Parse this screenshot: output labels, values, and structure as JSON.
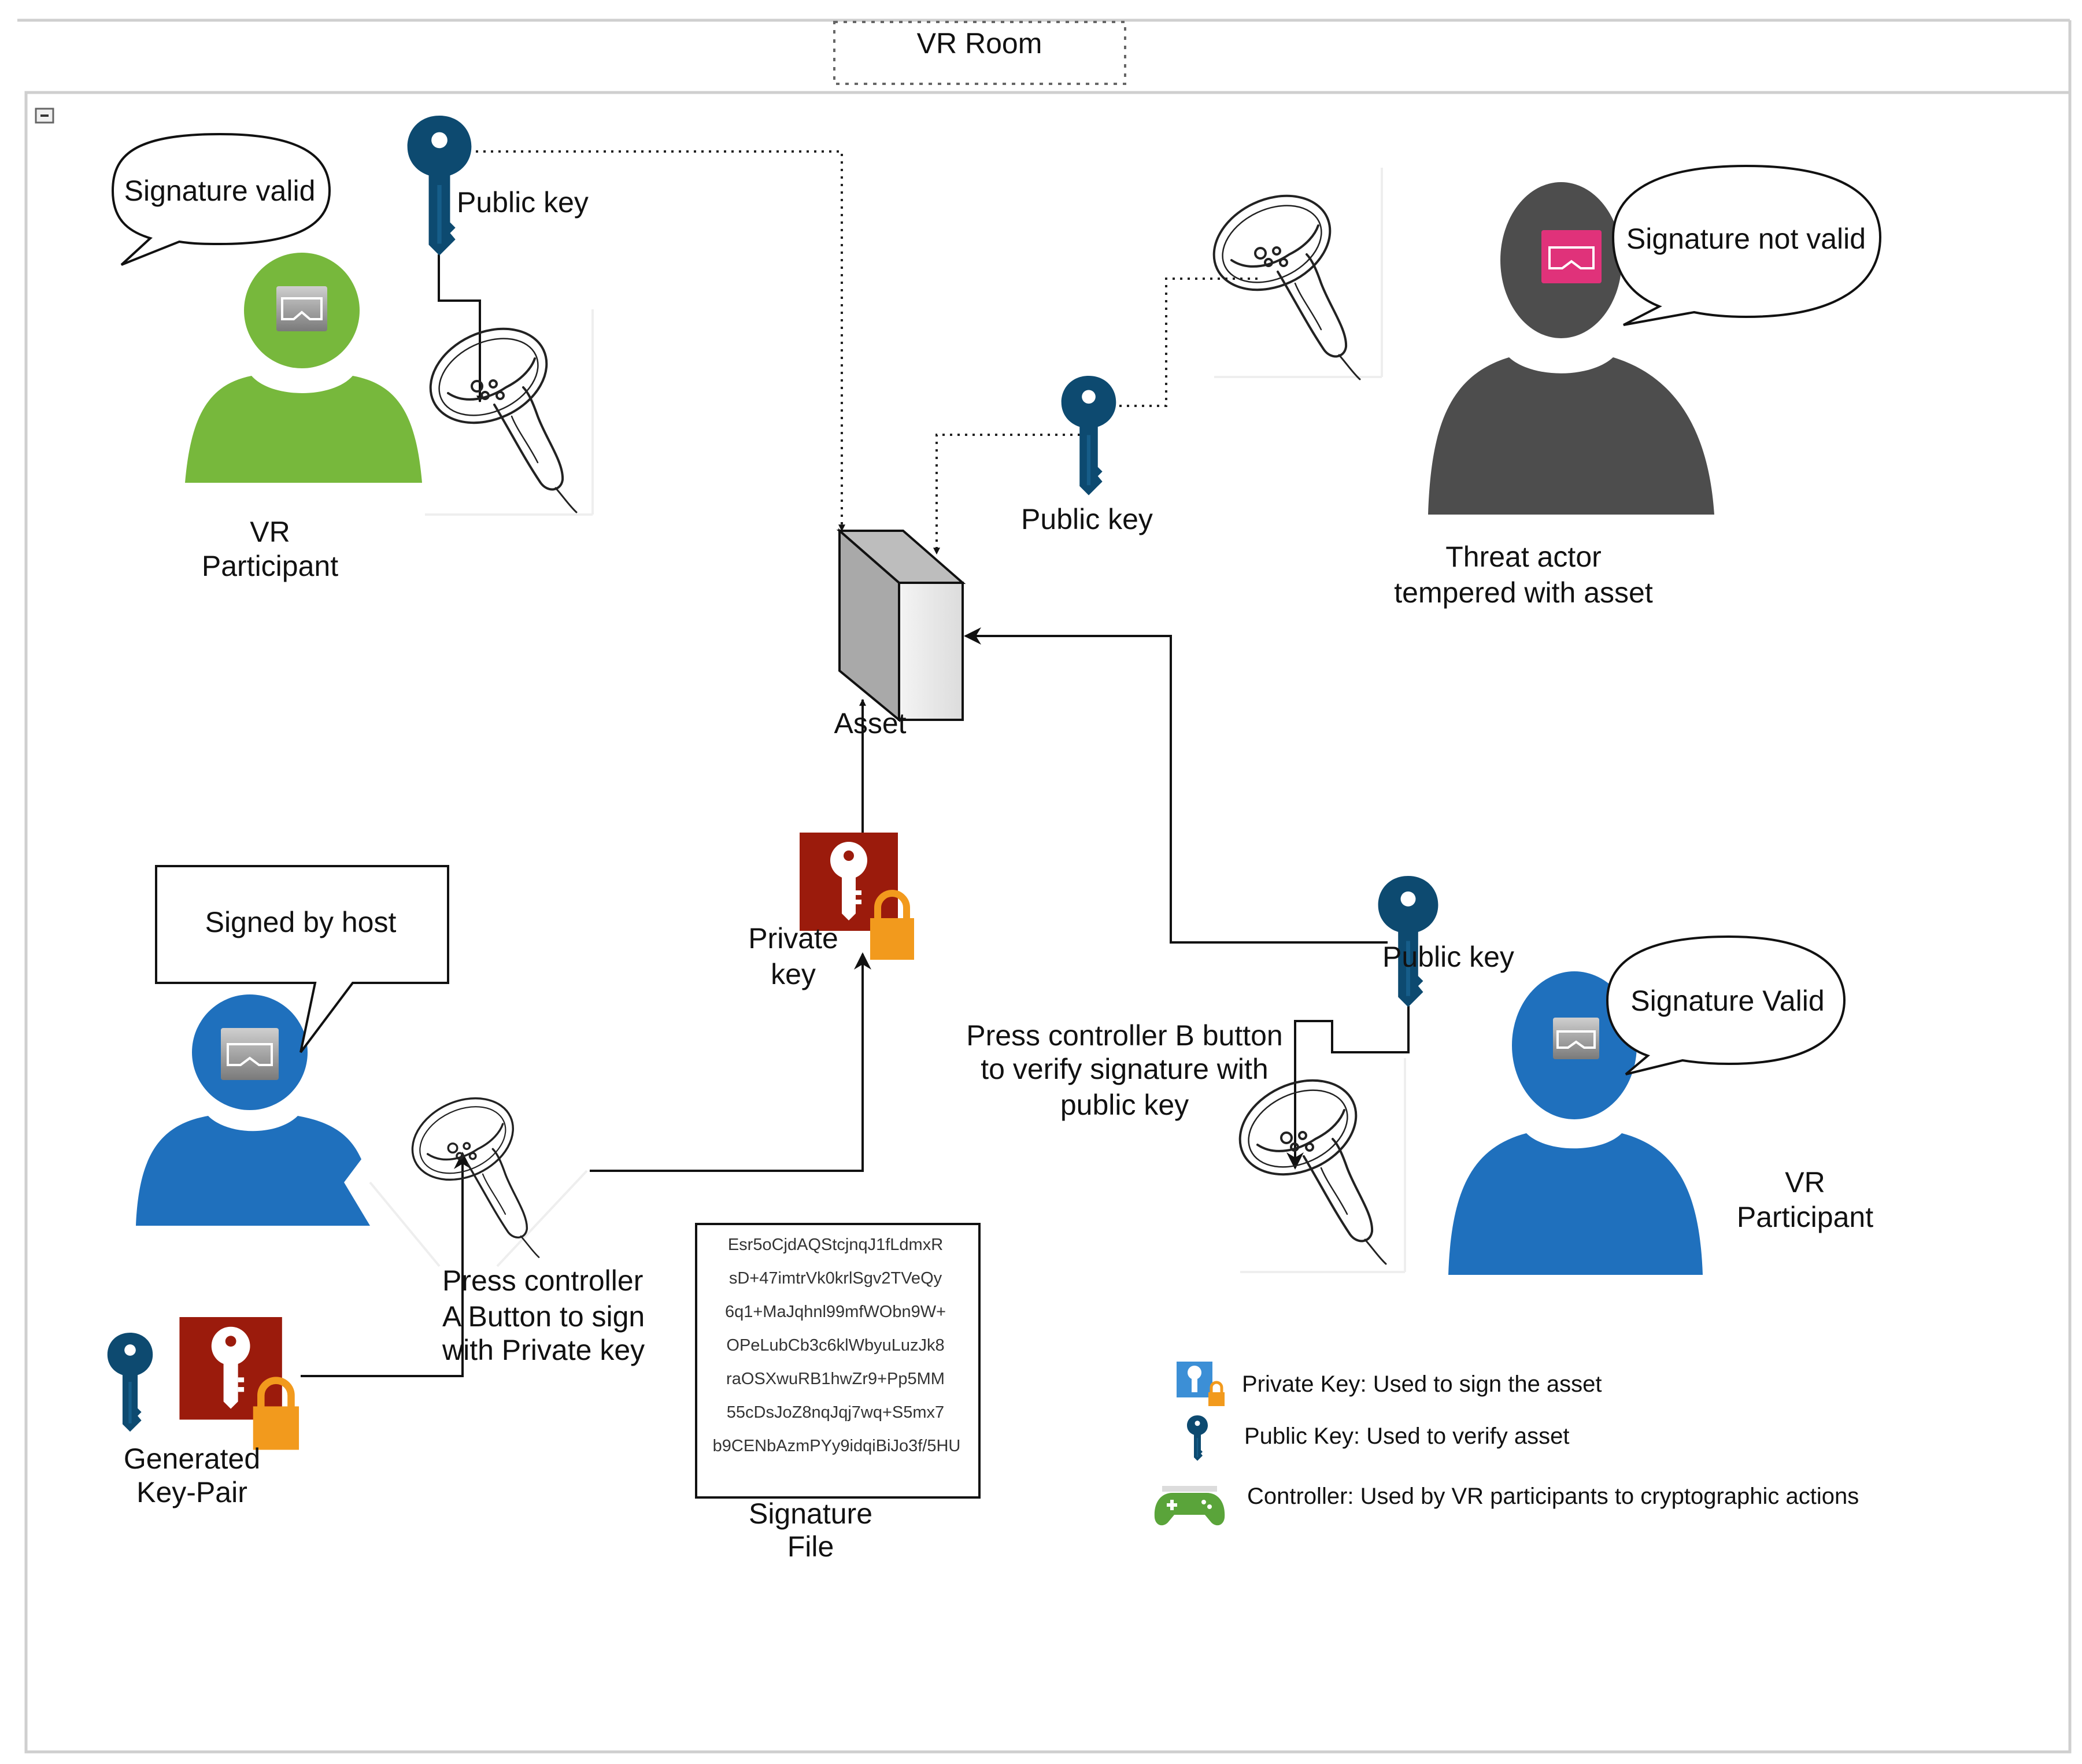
{
  "title": "VR Room",
  "participant_top": {
    "bubble": "Signature valid",
    "label_line1": "VR",
    "label_line2": "Participant",
    "key_label": "Public key"
  },
  "threat_actor": {
    "bubble": "Signature not valid",
    "label_line1": "Threat actor",
    "label_line2": "tempered with asset",
    "key_label": "Public key"
  },
  "asset": {
    "label": "Asset"
  },
  "host": {
    "bubble": "Signed by host",
    "instruction_line1": "Press controller",
    "instruction_line2": "A Button to sign",
    "instruction_line3": "with Private key"
  },
  "private_key": {
    "label_line1": "Private",
    "label_line2": "key"
  },
  "key_pair": {
    "label_line1": "Generated",
    "label_line2": "Key-Pair"
  },
  "signature_file": {
    "lines": [
      "Esr5oCjdAQStcjnqJ1fLdmxR",
      "sD+47imtrVk0krlSgv2TVeQy",
      "6q1+MaJqhnl99mfWObn9W+",
      "OPeLubCb3c6klWbyuLuzJk8",
      "raOSXwuRB1hwZr9+Pp5MM",
      "55cDsJoZ8nqJqj7wq+S5mx7",
      "b9CENbAzmPYy9idqiBiJo3f/5HU"
    ],
    "label_line1": "Signature",
    "label_line2": "File"
  },
  "participant_bottom": {
    "bubble": "Signature Valid",
    "label_line1": "VR",
    "label_line2": "Participant",
    "key_label": "Public key",
    "instruction_line1": "Press controller B button",
    "instruction_line2": "to verify signature with",
    "instruction_line3": "public key"
  },
  "legend": {
    "private": "Private Key: Used to sign the asset",
    "public": "Public Key: Used to verify asset",
    "controller": "Controller: Used by VR participants to cryptographic actions"
  },
  "colors": {
    "key_blue": "#0d4a70",
    "private_key_red": "#9b1b0c",
    "lock_orange": "#f29a1d",
    "participant_green": "#77b83c",
    "participant_blue": "#1f70bd",
    "threat_grey": "#4d4d4d",
    "vr_pink": "#e0327a"
  }
}
